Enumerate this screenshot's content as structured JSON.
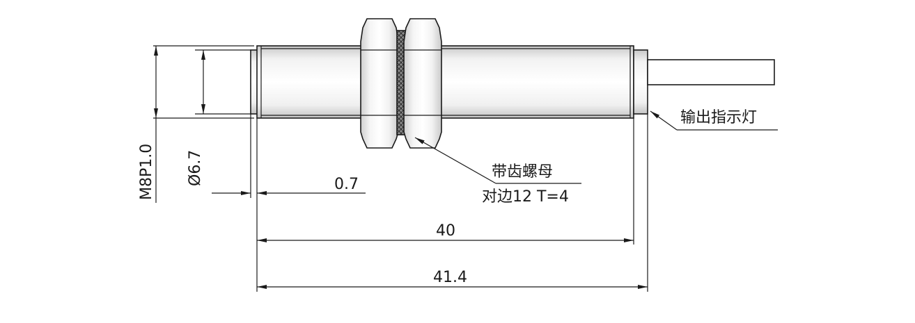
{
  "dimensions": {
    "thread": "M8P1.0",
    "inner_diameter": "Ø6.7",
    "step": "0.7",
    "body_length": "40",
    "overall_length": "41.4"
  },
  "callouts": {
    "nut_line1": "带齿螺母",
    "nut_line2": "对边12 T=4",
    "indicator": "输出指示灯"
  },
  "colors": {
    "line": "#1a1a1a",
    "body_light": "#f2f2f2",
    "body_dark": "#c8c8c8",
    "washer": "#7a7a7a"
  }
}
